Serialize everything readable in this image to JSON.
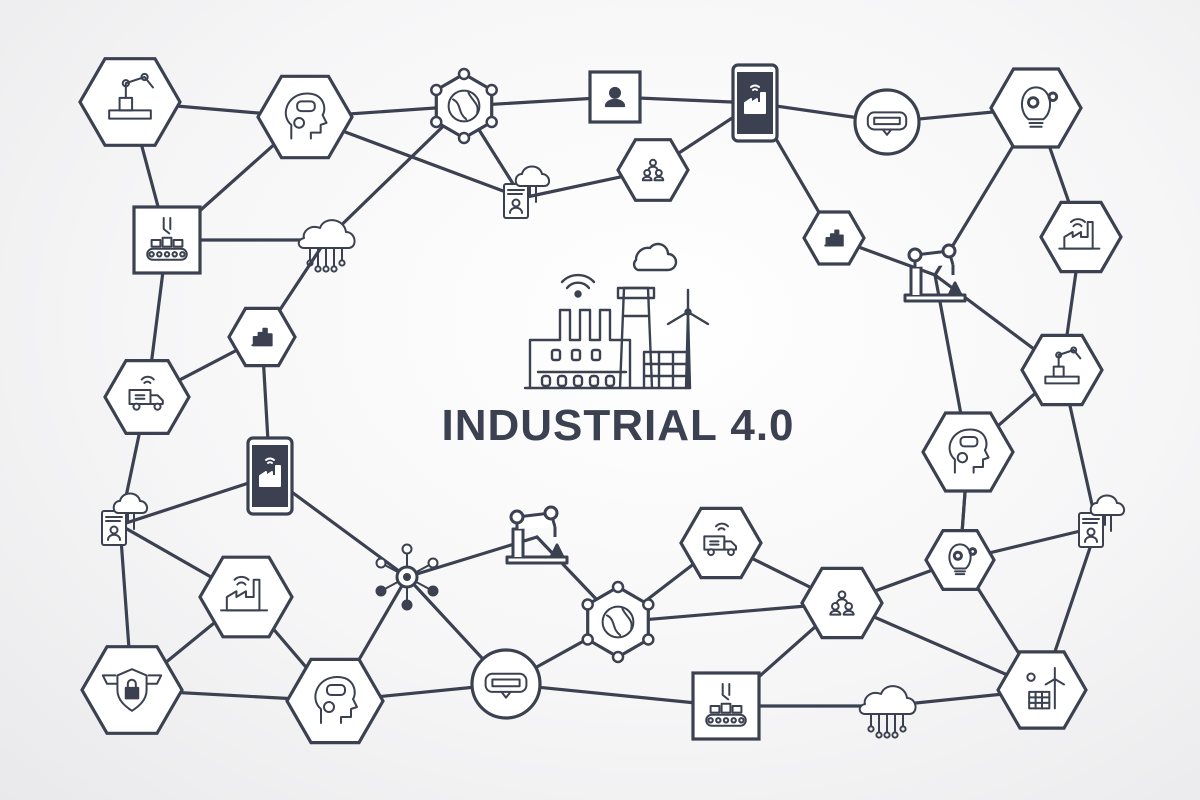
{
  "title": "INDUSTRIAL 4.0",
  "colors": {
    "stroke": "#3b4150",
    "fill": "#ffffff",
    "dark": "#3b4150"
  },
  "nodes": [
    {
      "id": "robot-arm-hex-top-left",
      "icon": "robot-arm-icon"
    },
    {
      "id": "ai-head-hex-top",
      "icon": "ai-head-icon"
    },
    {
      "id": "globe-network-top",
      "icon": "globe-network-icon"
    },
    {
      "id": "user-square-top",
      "icon": "user-icon"
    },
    {
      "id": "phone-factory-top",
      "icon": "smartphone-factory-icon"
    },
    {
      "id": "vr-circle-top",
      "icon": "vr-headset-icon"
    },
    {
      "id": "idea-gears-hex-top-right",
      "icon": "lightbulb-gears-icon"
    },
    {
      "id": "team-hex-top",
      "icon": "team-icon"
    },
    {
      "id": "document-cloud-top",
      "icon": "document-cloud-icon"
    },
    {
      "id": "conveyor-square-left",
      "icon": "conveyor-robot-icon"
    },
    {
      "id": "cloud-network-left",
      "icon": "cloud-network-icon"
    },
    {
      "id": "chart-hex-left",
      "icon": "bar-chart-icon"
    },
    {
      "id": "truck-hex-left",
      "icon": "delivery-truck-icon"
    },
    {
      "id": "phone-factory-left",
      "icon": "smartphone-factory-icon"
    },
    {
      "id": "document-cloud-left",
      "icon": "document-cloud-icon"
    },
    {
      "id": "factory-hex-left",
      "icon": "smart-factory-icon"
    },
    {
      "id": "lock-hex-bottom-left",
      "icon": "security-lock-icon"
    },
    {
      "id": "ai-head-hex-bottom",
      "icon": "ai-head-icon"
    },
    {
      "id": "hub-network-center",
      "icon": "network-hub-icon"
    },
    {
      "id": "robot-arm-center",
      "icon": "robot-arm-icon"
    },
    {
      "id": "vr-circle-bottom",
      "icon": "vr-headset-icon"
    },
    {
      "id": "globe-network-bottom",
      "icon": "globe-network-icon"
    },
    {
      "id": "truck-hex-bottom",
      "icon": "delivery-truck-icon"
    },
    {
      "id": "team-hex-bottom",
      "icon": "team-icon"
    },
    {
      "id": "conveyor-square-bottom",
      "icon": "conveyor-robot-icon"
    },
    {
      "id": "cloud-network-bottom",
      "icon": "cloud-network-icon"
    },
    {
      "id": "chart-hex-right",
      "icon": "bar-chart-icon"
    },
    {
      "id": "robot-arm-right",
      "icon": "robot-arm-icon"
    },
    {
      "id": "factory-hex-right",
      "icon": "smart-factory-icon"
    },
    {
      "id": "robot-arm-hex-right",
      "icon": "robot-arm-icon"
    },
    {
      "id": "ai-head-hex-right",
      "icon": "ai-head-icon"
    },
    {
      "id": "document-cloud-right",
      "icon": "document-cloud-icon"
    },
    {
      "id": "idea-gears-hex-right",
      "icon": "lightbulb-gears-icon"
    },
    {
      "id": "renewable-hex-bottom-right",
      "icon": "solar-wind-icon"
    }
  ],
  "central_icon": "industrial-factory-icon"
}
